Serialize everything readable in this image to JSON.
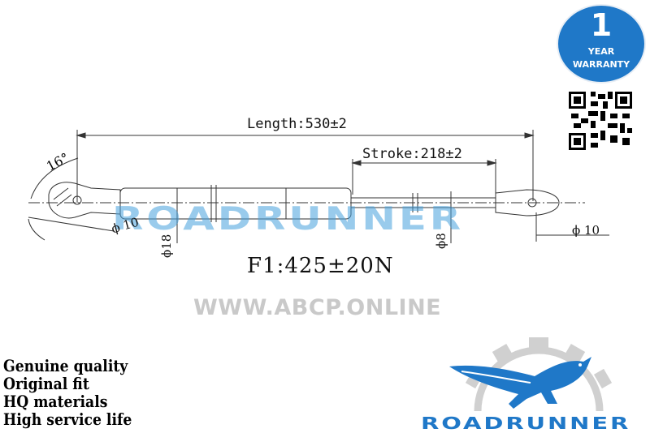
{
  "warranty": {
    "number": "1",
    "line1": "YEAR",
    "line2": "WARRANTY"
  },
  "dimensions": {
    "length": "Length:530±2",
    "stroke": "Stroke:218±2",
    "angle": "16°",
    "left_diameter": "ϕ 10",
    "body_diameter": "ϕ18",
    "rod_diameter": "ϕ8",
    "right_diameter": "ϕ 10"
  },
  "force": "F1:425±20N",
  "watermark": "ROADRUNNER",
  "website": "WWW.ABCP.ONLINE",
  "features": [
    "Genuine quality",
    "Original fit",
    "HQ materials",
    "High service life"
  ],
  "brand": {
    "name": "ROADRUNNER",
    "color": "#1f78c8"
  },
  "icons": [
    "qr-code-icon",
    "roadrunner-logo-icon",
    "gear-icon"
  ]
}
